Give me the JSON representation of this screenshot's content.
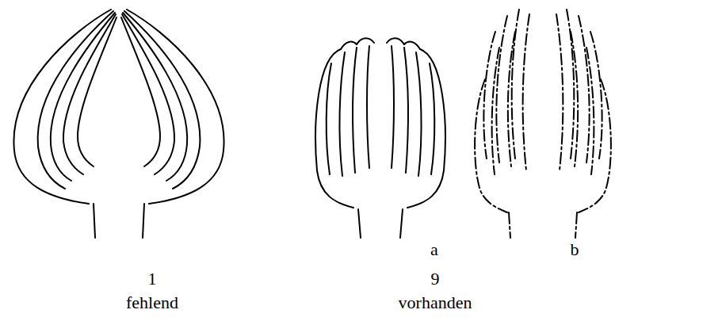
{
  "diagram": {
    "labels": [
      "1",
      "fehlend",
      "a",
      "b",
      "9",
      "vorhanden"
    ]
  }
}
